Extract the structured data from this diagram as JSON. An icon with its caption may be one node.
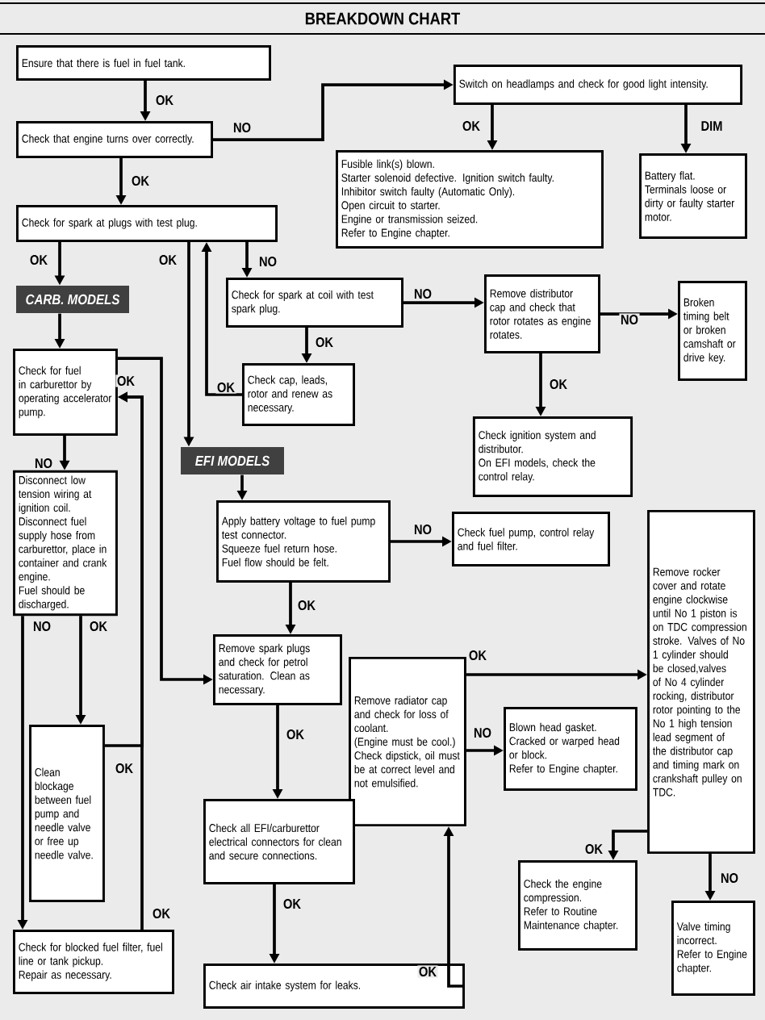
{
  "diagram": {
    "title": "BREAKDOWN CHART",
    "nodes": [
      {
        "text": [
          "Ensure that there is fuel in fuel tank."
        ]
      },
      {
        "text": [
          "Check that engine turns over correctly."
        ]
      },
      {
        "text": [
          "Switch on headlamps and check for good light intensity."
        ]
      },
      {
        "text": [
          "Fusible link(s) blown.",
          "Starter solenoid defective. Ignition switch faulty.",
          "Inhibitor switch faulty (Automatic Only).",
          "Open circuit to starter.",
          "Engine or transmission seized.",
          "Refer to Engine chapter."
        ]
      },
      {
        "text": [
          "Battery flat.",
          "Terminals loose or dirty or faulty starter motor."
        ]
      },
      {
        "text": [
          "Check for spark at plugs with test plug."
        ]
      },
      {
        "text": [
          "CARB. MODELS"
        ]
      },
      {
        "text": [
          "Check for spark at coil with test spark plug."
        ]
      },
      {
        "text": [
          "Remove distributor cap and check that rotor rotates as engine rotates."
        ]
      },
      {
        "text": [
          "Broken timing belt or broken camshaft or drive key."
        ]
      },
      {
        "text": [
          "Check for fuel in carburettor by operating accelerator pump."
        ]
      },
      {
        "text": [
          "Check cap, leads, rotor and renew as necessary."
        ]
      },
      {
        "text": [
          "Check ignition system and distributor.",
          "On EFI models, check the control relay."
        ]
      },
      {
        "text": [
          "EFI MODELS"
        ]
      },
      {
        "text": [
          "Disconnect low tension wiring at ignition coil.",
          "Disconnect fuel supply hose from carburettor, place in container and crank engine.",
          "Fuel should be discharged."
        ]
      },
      {
        "text": [
          "Apply battery voltage to fuel pump test connector.",
          "Squeeze fuel return hose.",
          "Fuel flow should be felt."
        ]
      },
      {
        "text": [
          "Check fuel pump, control relay and fuel filter."
        ]
      },
      {
        "text": [
          "Remove rocker cover and rotate engine clockwise until No 1 piston is on TDC compression stroke. Valves of No 1 cylinder should be closed,valves of No 4 cylinder rocking, distributor rotor pointing to the No 1 high tension lead segment of the distributor cap and timing mark on crankshaft pulley on TDC."
        ]
      },
      {
        "text": [
          "Remove spark plugs and check for petrol saturation. Clean as necessary."
        ]
      },
      {
        "text": [
          "Remove radiator cap and check for loss of coolant.",
          "(Engine must be cool.)",
          "Check dipstick, oil must be at correct level and not emulsified."
        ]
      },
      {
        "text": [
          "Clean blockage between fuel pump and needle valve or free up needle valve."
        ]
      },
      {
        "text": [
          "Blown head gasket.",
          "Cracked or warped head or block.",
          "Refer to Engine chapter."
        ]
      },
      {
        "text": [
          "Check all EFI/carburettor electrical connectors for clean and secure connections."
        ]
      },
      {
        "text": [
          "Check the engine compression.",
          "Refer to Routine Maintenance chapter."
        ]
      },
      {
        "text": [
          "Valve timing incorrect.",
          "Refer to Engine chapter."
        ]
      },
      {
        "text": [
          "Check for blocked fuel filter, fuel line or tank pickup.",
          "Repair as necessary."
        ]
      },
      {
        "text": [
          "Check air intake system for leaks."
        ]
      }
    ],
    "edges": [
      {
        "from": 0,
        "to": 1,
        "arrow": "to",
        "label": "OK"
      },
      {
        "from": 1,
        "to": 2,
        "arrow": "to",
        "label": "NO"
      },
      {
        "from": 1,
        "to": 5,
        "arrow": "to",
        "label": "OK"
      },
      {
        "from": 2,
        "to": 3,
        "arrow": "to",
        "label": "OK"
      },
      {
        "from": 2,
        "to": 4,
        "arrow": "to",
        "label": "DIM"
      },
      {
        "from": 5,
        "to": 6,
        "arrow": "to",
        "label": "OK"
      },
      {
        "from": 6,
        "to": 10,
        "arrow": "to"
      },
      {
        "from": 5,
        "to": 13,
        "arrow": "to",
        "label": "OK"
      },
      {
        "from": 5,
        "to": 7,
        "arrow": "to",
        "label": "NO"
      },
      {
        "from": 11,
        "to": 5,
        "arrow": "to",
        "label": "OK"
      },
      {
        "from": 7,
        "to": 8,
        "arrow": "to",
        "label": "NO"
      },
      {
        "from": 7,
        "to": 11,
        "arrow": "to",
        "label": "OK"
      },
      {
        "from": 8,
        "to": 9,
        "arrow": "to",
        "label": "NO"
      },
      {
        "from": 8,
        "to": 12,
        "arrow": "to",
        "label": "OK"
      },
      {
        "from": 10,
        "to": 14,
        "arrow": "to",
        "label": "NO"
      },
      {
        "from": 10,
        "to": 18,
        "arrow": "to",
        "label": "OK"
      },
      {
        "from": 20,
        "to": 10,
        "arrow": "to",
        "label": "OK"
      },
      {
        "from": 14,
        "to": 20,
        "arrow": "to",
        "label": "OK"
      },
      {
        "from": 14,
        "to": 25,
        "arrow": "to",
        "label": "NO"
      },
      {
        "from": 25,
        "to": 10,
        "arrow": "to",
        "label": "OK"
      },
      {
        "from": 13,
        "to": 15,
        "arrow": "to"
      },
      {
        "from": 15,
        "to": 16,
        "arrow": "to",
        "label": "NO"
      },
      {
        "from": 15,
        "to": 18,
        "arrow": "to",
        "label": "OK"
      },
      {
        "from": 18,
        "to": 22,
        "arrow": "to",
        "label": "OK"
      },
      {
        "from": 22,
        "to": 26,
        "arrow": "to",
        "label": "OK"
      },
      {
        "from": 26,
        "to": 19,
        "arrow": "to",
        "label": "OK"
      },
      {
        "from": 19,
        "to": 17,
        "arrow": "to",
        "label": "OK"
      },
      {
        "from": 19,
        "to": 21,
        "arrow": "to",
        "label": "NO"
      },
      {
        "from": 17,
        "to": 23,
        "arrow": "to",
        "label": "OK"
      },
      {
        "from": 17,
        "to": 24,
        "arrow": "to",
        "label": "NO"
      }
    ]
  }
}
